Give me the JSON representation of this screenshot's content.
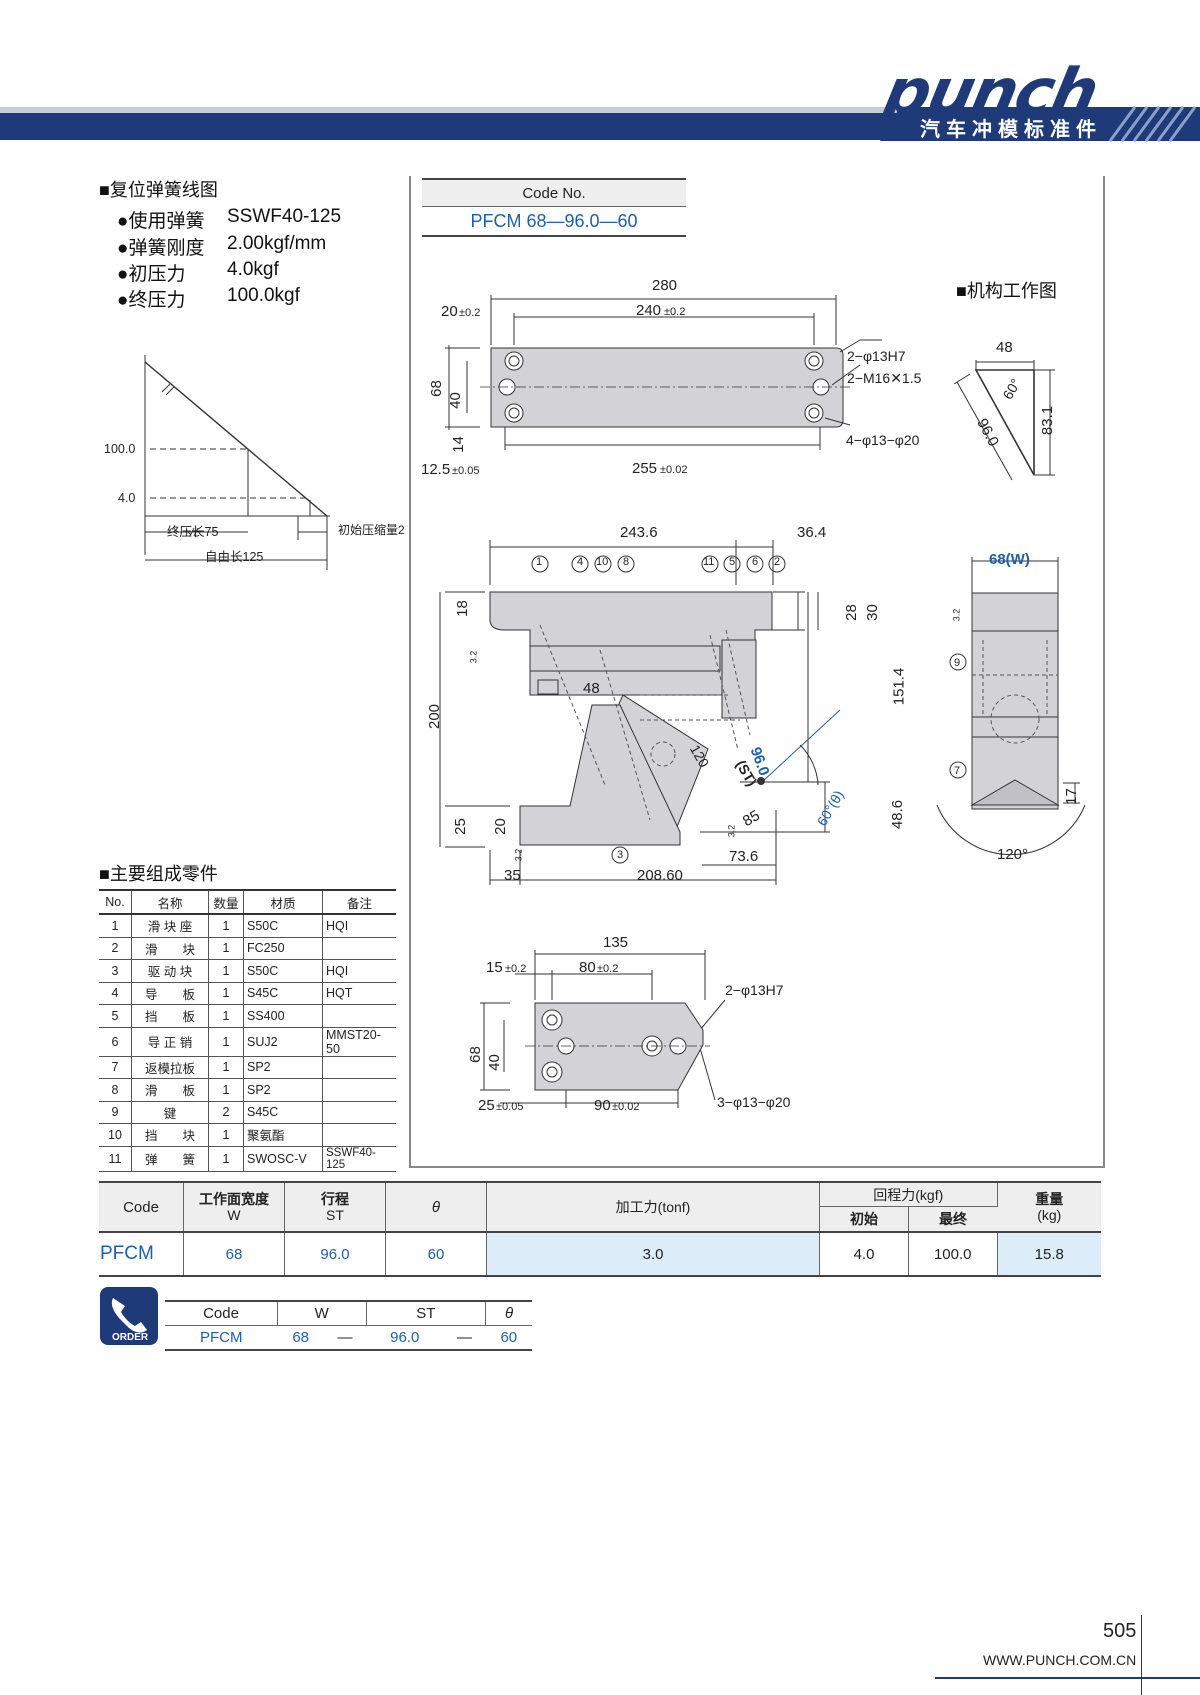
{
  "header": {
    "brand": "punch",
    "subtitle": "汽车冲模标准件"
  },
  "spring_section": {
    "title": "■复位弹簧线图",
    "items": [
      {
        "label": "●使用弹簧",
        "value": "SSWF40-125"
      },
      {
        "label": "●弹簧刚度",
        "value": "2.00kgf/mm"
      },
      {
        "label": "●初压力",
        "value": "4.0kgf"
      },
      {
        "label": "●终压力",
        "value": "100.0kgf"
      }
    ],
    "graph": {
      "y1": "100.0",
      "y2": "4.0",
      "final_len": "终压长75",
      "initial": "初始压缩量2",
      "free_len": "自由长125"
    }
  },
  "code_box": {
    "header": "Code No.",
    "value": "PFCM 68—96.0—60"
  },
  "mechanism_title": "■机构工作图",
  "drawing_top": {
    "d280": "280",
    "d20": "20",
    "tol02": "±0.2",
    "d240": "240",
    "d68": "68",
    "d40": "40",
    "d14": "14",
    "d125": "12.5",
    "tol005": "±0.05",
    "d255": "255",
    "tol002": "±0.02",
    "h1": "2−φ13H7",
    "h2": "2−M16✕1.5",
    "h3": "4−φ13−φ20"
  },
  "drawing_mech": {
    "d48": "48",
    "d60": "60°",
    "d960": "96.0",
    "d831": "83.1"
  },
  "drawing_main": {
    "d2436": "243.6",
    "d364": "36.4",
    "balloons": [
      "1",
      "4",
      "10",
      "8",
      "11",
      "5",
      "6",
      "2",
      "3"
    ],
    "d18": "18",
    "d28": "28",
    "d30": "30",
    "d1514": "151.4",
    "d200": "200",
    "d48": "48",
    "d25": "25",
    "d20": "20",
    "d486": "48.6",
    "d35": "35",
    "d20860": "208.60",
    "d736": "73.6",
    "d85": "85",
    "d120": "120",
    "st": "(ST)",
    "st_val": "96.0",
    "angle": "60°(θ)",
    "rough": "3.2"
  },
  "drawing_side": {
    "w": "68(W)",
    "b9": "9",
    "b7": "7",
    "d17": "17",
    "d120": "120°",
    "rough": "3.2"
  },
  "drawing_bottom": {
    "d135": "135",
    "d15": "15",
    "d80": "80",
    "d68": "68",
    "d40": "40",
    "d25": "25",
    "d90": "90",
    "h1": "2−φ13H7",
    "h2": "3−φ13−φ20"
  },
  "parts": {
    "title": "■主要组成零件",
    "headers": [
      "No.",
      "名称",
      "数量",
      "材质",
      "备注"
    ],
    "rows": [
      [
        "1",
        "滑 块 座",
        "1",
        "S50C",
        "HQI"
      ],
      [
        "2",
        "滑　　块",
        "1",
        "FC250",
        ""
      ],
      [
        "3",
        "驱 动 块",
        "1",
        "S50C",
        "HQI"
      ],
      [
        "4",
        "导　　板",
        "1",
        "S45C",
        "HQT"
      ],
      [
        "5",
        "挡　　板",
        "1",
        "SS400",
        ""
      ],
      [
        "6",
        "导 正 销",
        "1",
        "SUJ2",
        "MMST20-50"
      ],
      [
        "7",
        "返模拉板",
        "1",
        "SP2",
        ""
      ],
      [
        "8",
        "滑　　板",
        "1",
        "SP2",
        ""
      ],
      [
        "9",
        "键",
        "2",
        "S45C",
        ""
      ],
      [
        "10",
        "挡　　块",
        "1",
        "聚氨酯",
        ""
      ],
      [
        "11",
        "弹　　簧",
        "1",
        "SWOSC-V",
        "SSWF40-125"
      ]
    ]
  },
  "spec": {
    "h_code": "Code",
    "h_w1": "工作面宽度",
    "h_w2": "W",
    "h_st1": "行程",
    "h_st2": "ST",
    "h_theta": "θ",
    "h_force": "加工力(tonf)",
    "h_return": "回程力(kgf)",
    "h_init": "初始",
    "h_final": "最终",
    "h_wt1": "重量",
    "h_wt2": "(kg)",
    "row": {
      "code": "PFCM",
      "w": "68",
      "st": "96.0",
      "theta": "60",
      "force": "3.0",
      "init": "4.0",
      "final": "100.0",
      "weight": "15.8"
    }
  },
  "order": {
    "badge": "ORDER",
    "headers": [
      "Code",
      "W",
      "ST",
      "θ"
    ],
    "values": [
      "PFCM",
      "68",
      "—",
      "96.0",
      "—",
      "60"
    ]
  },
  "footer": {
    "page": "505",
    "url": "WWW.PUNCH.COM.CN"
  }
}
